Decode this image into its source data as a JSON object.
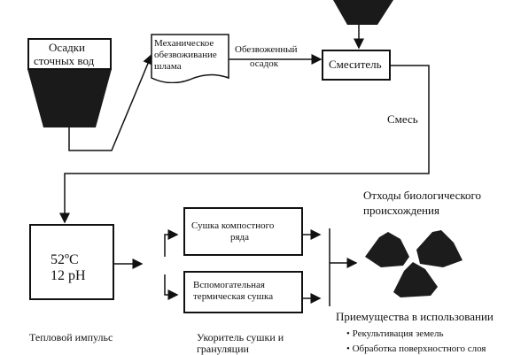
{
  "sludge_hopper": {
    "label_line1": "Осадки",
    "label_line2": "сточных вод"
  },
  "mechanical": {
    "line1": "Механическое",
    "line2": "обезвоживание",
    "line3": "шлама"
  },
  "dewatered": {
    "line1": "Обезвоженный",
    "line2": "осадок"
  },
  "mixer": {
    "label": "Смеситель"
  },
  "mixture": {
    "label": "Смесь"
  },
  "heat": {
    "temp": "52ºC",
    "ph": "12 pH",
    "caption": "Тепловой импульс"
  },
  "compost_drying": {
    "line1": "Сушка компостного",
    "line2": "ряда"
  },
  "aux_drying": {
    "line1": "Вспомогательная",
    "line2": "термическая сушка"
  },
  "accelerator": {
    "line1": "Укоритель сушки и",
    "line2": "грануляции"
  },
  "waste": {
    "line1": "Отходы биологического",
    "line2": "происхождения"
  },
  "benefits": {
    "title": "Приемущества в использовании",
    "items": [
      "Рекультивация земель",
      "Обработка поверхностного слоя"
    ]
  },
  "colors": {
    "ink": "#111111",
    "hopper": "#1a1a1a",
    "background": "#ffffff"
  }
}
